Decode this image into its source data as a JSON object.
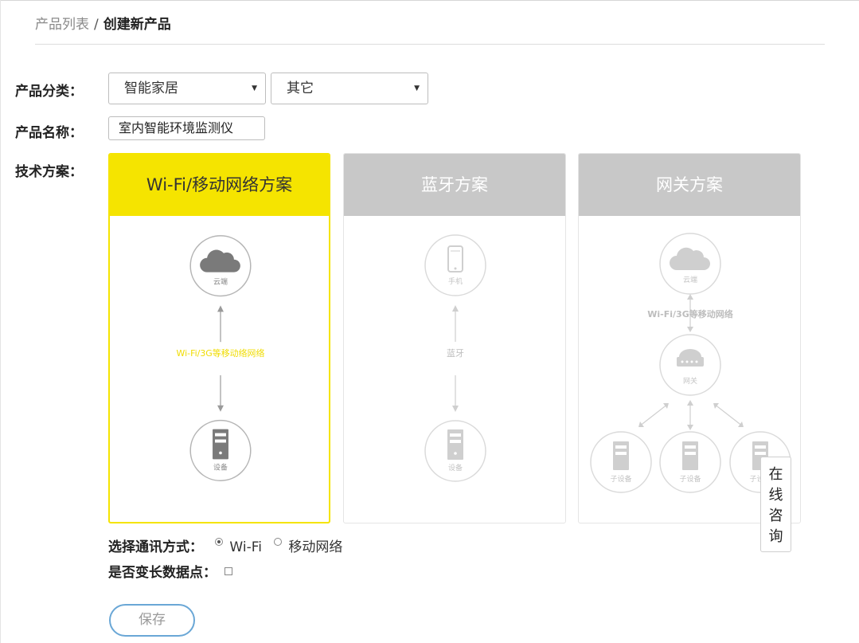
{
  "breadcrumb": {
    "parent": "产品列表",
    "separator": "/",
    "current": "创建新产品"
  },
  "form": {
    "category_label": "产品分类：",
    "category_primary": "智能家居",
    "category_secondary": "其它",
    "name_label": "产品名称：",
    "name_value": "室内智能环境监测仪",
    "tech_label": "技术方案："
  },
  "plans": [
    {
      "title": "Wi-Fi/移动网络方案",
      "top_node": "云端",
      "link": "Wi-Fi/3G等移动络网络",
      "bottom_node": "设备"
    },
    {
      "title": "蓝牙方案",
      "top_node": "手机",
      "link": "蓝牙",
      "bottom_node": "设备"
    },
    {
      "title": "网关方案",
      "top_node": "云端",
      "link": "Wi-Fi/3G等移动网络",
      "middle_node": "网关",
      "child_nodes": [
        "子设备",
        "子设备",
        "子设备"
      ]
    }
  ],
  "comm": {
    "label": "选择通讯方式：",
    "options": [
      "Wi-Fi",
      "移动网络"
    ],
    "selected": "Wi-Fi"
  },
  "variable": {
    "label": "是否变长数据点："
  },
  "save_label": "保存",
  "consult": [
    "在",
    "线",
    "咨",
    "询"
  ],
  "colors": {
    "accent_yellow": "#f5e400",
    "header_gray": "#c8c8c8",
    "button_border": "#6aa7d6"
  }
}
